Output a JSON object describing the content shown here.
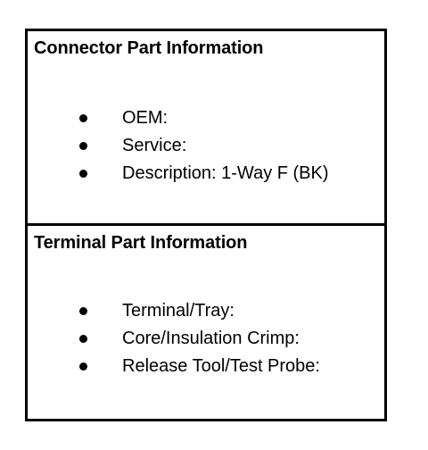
{
  "connector_section": {
    "title": "Connector Part Information",
    "items": [
      {
        "label": "OEM:"
      },
      {
        "label": "Service:"
      },
      {
        "label": "Description: 1-Way F (BK)"
      }
    ]
  },
  "terminal_section": {
    "title": "Terminal Part Information",
    "items": [
      {
        "label": "Terminal/Tray:"
      },
      {
        "label": "Core/Insulation Crimp:"
      },
      {
        "label": "Release Tool/Test Probe:"
      }
    ]
  }
}
